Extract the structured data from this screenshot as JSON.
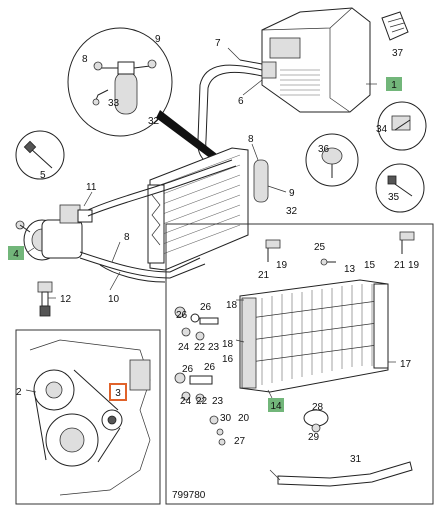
{
  "diagram": {
    "figure_number": "799780",
    "callouts": [
      {
        "label": "1",
        "highlight": "green"
      },
      {
        "label": "2"
      },
      {
        "label": "3",
        "highlight": "orange"
      },
      {
        "label": "4",
        "highlight": "green"
      },
      {
        "label": "5"
      },
      {
        "label": "6"
      },
      {
        "label": "7"
      },
      {
        "label": "8"
      },
      {
        "label": "9"
      },
      {
        "label": "10"
      },
      {
        "label": "11"
      },
      {
        "label": "12"
      },
      {
        "label": "13"
      },
      {
        "label": "14",
        "highlight": "green"
      },
      {
        "label": "15"
      },
      {
        "label": "16"
      },
      {
        "label": "17"
      },
      {
        "label": "18"
      },
      {
        "label": "19"
      },
      {
        "label": "20"
      },
      {
        "label": "21"
      },
      {
        "label": "22"
      },
      {
        "label": "23"
      },
      {
        "label": "24"
      },
      {
        "label": "25"
      },
      {
        "label": "26"
      },
      {
        "label": "27"
      },
      {
        "label": "28"
      },
      {
        "label": "29"
      },
      {
        "label": "30"
      },
      {
        "label": "31"
      },
      {
        "label": "32"
      },
      {
        "label": "33"
      },
      {
        "label": "34"
      },
      {
        "label": "35"
      },
      {
        "label": "36"
      },
      {
        "label": "37"
      }
    ],
    "colors": {
      "green_callout": "#72b67a",
      "orange_callout": "#e0622a",
      "line": "#222222"
    }
  }
}
